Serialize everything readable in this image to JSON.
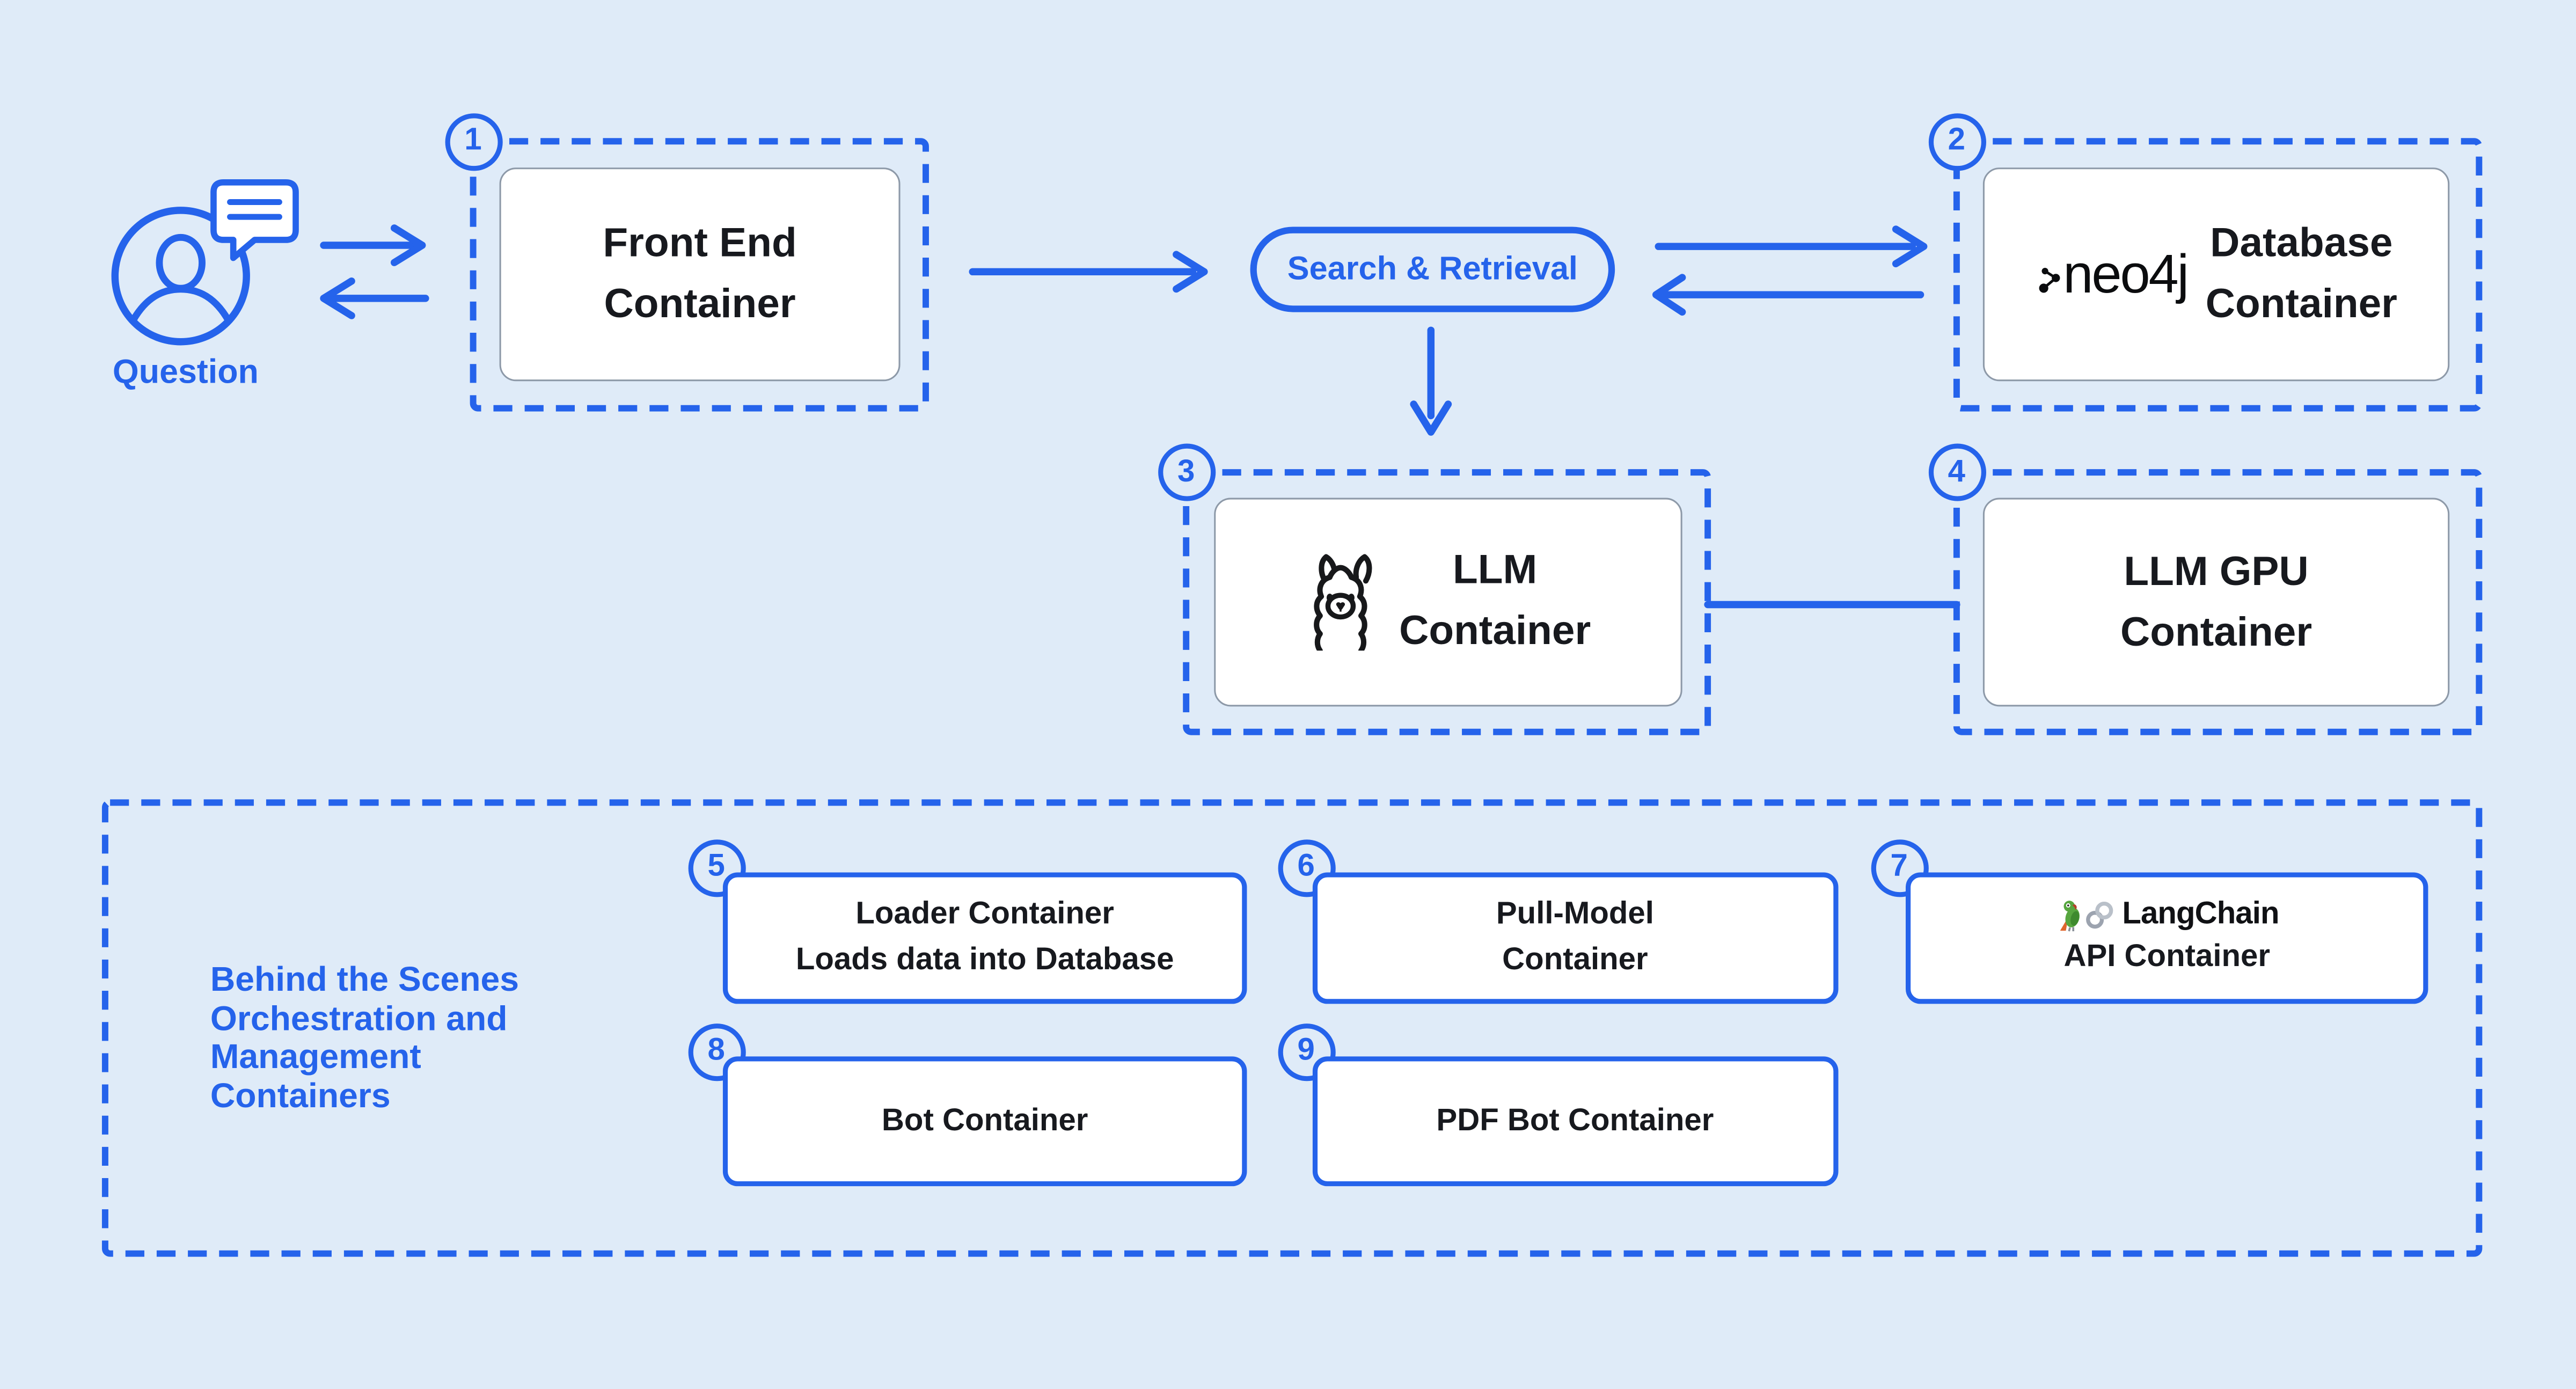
{
  "palette": {
    "background": "#DFEBF8",
    "accent_blue": "#2563EB",
    "text_dark": "#17191E",
    "card_border": "#8D99A8",
    "card_fill": "#FFFFFF"
  },
  "actor": {
    "label": "Question"
  },
  "flow": {
    "pill_label": "Search & Retrieval"
  },
  "containers": [
    {
      "badge": "1",
      "title_lines": [
        "Front End",
        "Container"
      ]
    },
    {
      "badge": "2",
      "logo_text": "neo4j",
      "title_lines": [
        "Database",
        "Container"
      ]
    },
    {
      "badge": "3",
      "title_lines": [
        "LLM",
        "Container"
      ]
    },
    {
      "badge": "4",
      "title_lines": [
        "LLM GPU",
        "Container"
      ]
    }
  ],
  "behind_scenes": {
    "label_lines": [
      "Behind the Scenes",
      "Orchestration and",
      "Management",
      "Containers"
    ],
    "boxes": [
      {
        "badge": "5",
        "lines": [
          "Loader Container",
          "Loads data into Database"
        ]
      },
      {
        "badge": "6",
        "lines": [
          "Pull-Model",
          "Container"
        ]
      },
      {
        "badge": "7",
        "logo_text": "LangChain",
        "lines": [
          "API Container"
        ]
      },
      {
        "badge": "8",
        "lines": [
          "Bot Container"
        ]
      },
      {
        "badge": "9",
        "lines": [
          "PDF Bot Container"
        ]
      }
    ]
  }
}
